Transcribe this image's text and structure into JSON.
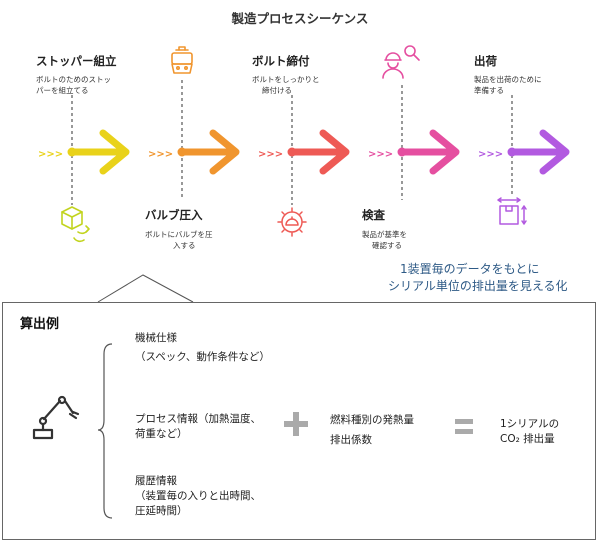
{
  "title": "製造プロセスシーケンス",
  "steps": [
    {
      "title": "ストッパー組立",
      "desc1": "ボルトのためのストッ",
      "desc2": "パーを組立てる",
      "color": "#e9d21a"
    },
    {
      "title": "バルブ圧入",
      "desc1": "ボルトにバルブを圧",
      "desc2": "入する",
      "color": "#f0952e"
    },
    {
      "title": "ボルト締付",
      "desc1": "ボルトをしっかりと",
      "desc2": "締付ける",
      "color": "#ee5a55"
    },
    {
      "title": "検査",
      "desc1": "製品が基準を",
      "desc2": "確認する",
      "color": "#e54fa0"
    },
    {
      "title": "出荷",
      "desc1": "製品を出荷のために",
      "desc2": "準備する",
      "color": "#b25ae0"
    }
  ],
  "chevrons": ">>>",
  "icons": [
    "recycle-box-icon",
    "cooking-pot-icon",
    "gear-helmet-icon",
    "inspector-search-icon",
    "box-dimension-icon"
  ],
  "note": {
    "line1": "1装置毎のデータをもとに",
    "line2": "シリアル単位の排出量を見える化"
  },
  "panel": {
    "title": "算出例",
    "inputs": [
      {
        "line1": "機械仕様",
        "line2": "（スペック、動作条件など）"
      },
      {
        "line1": "プロセス情報（加熱温度、",
        "line2": "荷重など）"
      },
      {
        "line1": "履歴情報",
        "line2": "（装置毎の入りと出時間、",
        "line3": "圧延時間）"
      }
    ],
    "factor": {
      "line1": "燃料種別の発熱量",
      "line2": "排出係数"
    },
    "result": {
      "line1": "1シリアルの",
      "line2": "CO₂ 排出量"
    },
    "plus_color": "#aaaaaa",
    "equals_color": "#aaaaaa"
  }
}
